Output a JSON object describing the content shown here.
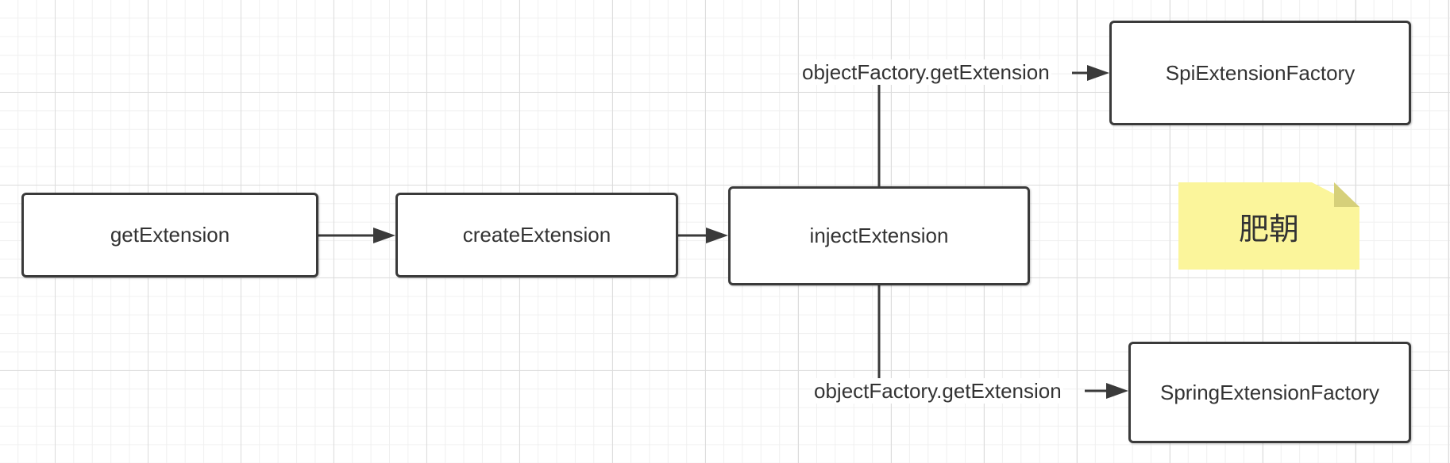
{
  "nodes": {
    "get_extension": "getExtension",
    "create_extension": "createExtension",
    "inject_extension": "injectExtension",
    "spi_extension_factory": "SpiExtensionFactory",
    "spring_extension_factory": "SpringExtensionFactory"
  },
  "edges": {
    "top_label": "objectFactory.getExtension",
    "bottom_label": "objectFactory.getExtension"
  },
  "note": {
    "text": "肥朝"
  },
  "colors": {
    "stroke": "#3a3a3a",
    "note_fill": "#fbf59b",
    "text": "#333333"
  }
}
